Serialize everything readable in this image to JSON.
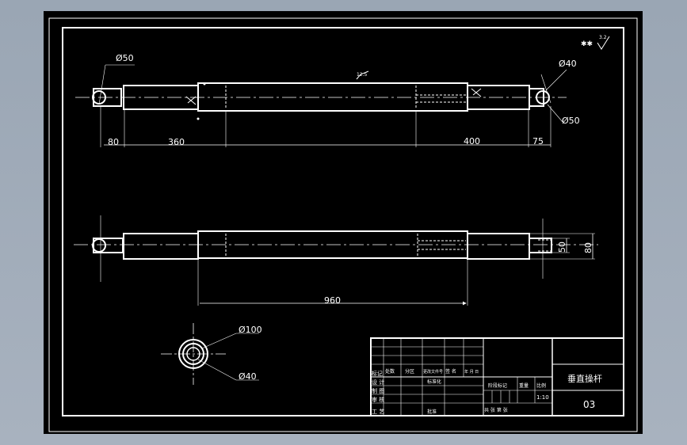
{
  "drawing": {
    "title": "垂直操杆",
    "number": "03",
    "scale": "1:10",
    "roughness_symbol": "3.2",
    "roughness_symbol_upper": "12.5",
    "star_mark": "✱✱"
  },
  "dimensions": {
    "top_view": {
      "dia_left": "Ø50",
      "dia_right_top": "Ø40",
      "dia_right_bottom": "Ø50",
      "len_left_end": "80",
      "len_left": "360",
      "len_right": "400",
      "len_right_end": "75"
    },
    "side_view": {
      "total_length": "960",
      "end_height_inner": "50",
      "end_height_outer": "80"
    },
    "section_view": {
      "dia_outer": "Ø100",
      "dia_inner": "Ø40"
    }
  },
  "title_block": {
    "row_labels": [
      "标记",
      "设 计",
      "制 图",
      "审 核",
      "工 艺"
    ],
    "col_labels": [
      "处数",
      "分区",
      "更改文件号",
      "签 名",
      "年 月 日"
    ],
    "standard": "标准化",
    "approve": "批准",
    "stage_mark": "阶段标记",
    "weight": "重量",
    "scale_label": "比例",
    "sheets": "共  张   第  张"
  }
}
